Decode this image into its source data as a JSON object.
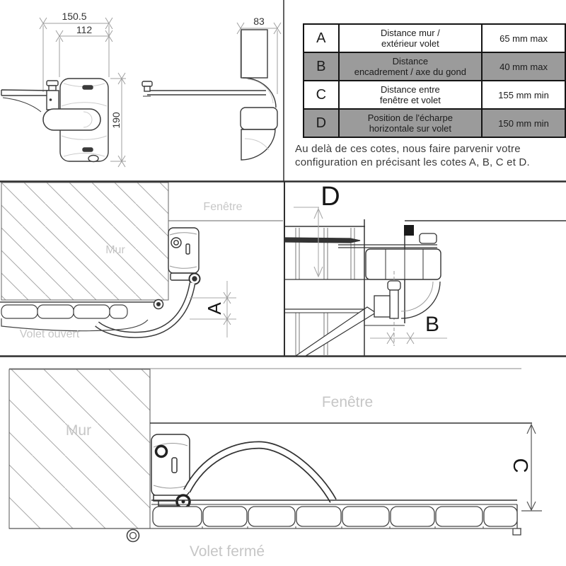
{
  "engineering_views": {
    "front_width_total": "150.5",
    "front_width_inner": "112",
    "front_height": "190",
    "side_depth": "83"
  },
  "spec_table": {
    "rows": [
      {
        "key": "A",
        "lines": [
          "Distance mur /",
          "extérieur volet"
        ],
        "value": "65 mm max"
      },
      {
        "key": "B",
        "lines": [
          "Distance",
          "encadrement / axe du gond"
        ],
        "value": "40 mm max"
      },
      {
        "key": "C",
        "lines": [
          "Distance entre",
          "fenêtre et volet"
        ],
        "value": "155 mm min"
      },
      {
        "key": "D",
        "lines": [
          "Position de l'écharpe",
          "horizontale sur volet"
        ],
        "value": "150 mm min"
      }
    ]
  },
  "note_lines": [
    "Au delà de ces cotes, nous faire parvenir votre",
    "configuration en précisant les cotes A, B, C et D."
  ],
  "open_shutter_diagram": {
    "window_label": "Fenêtre",
    "wall_label": "Mur",
    "shutter_label": "Volet ouvert",
    "dim_a": "A",
    "dim_d": "D",
    "dim_b": "B"
  },
  "closed_shutter_diagram": {
    "wall_label": "Mur",
    "window_label": "Fenêtre",
    "shutter_label": "Volet fermé",
    "dim_c": "C"
  },
  "colors": {
    "table_row_gray": "#9b9b9b",
    "drawing_line": "#3a3a3a",
    "dimension_line": "#9f9f9f",
    "watermark_text": "#c6c6c6"
  }
}
